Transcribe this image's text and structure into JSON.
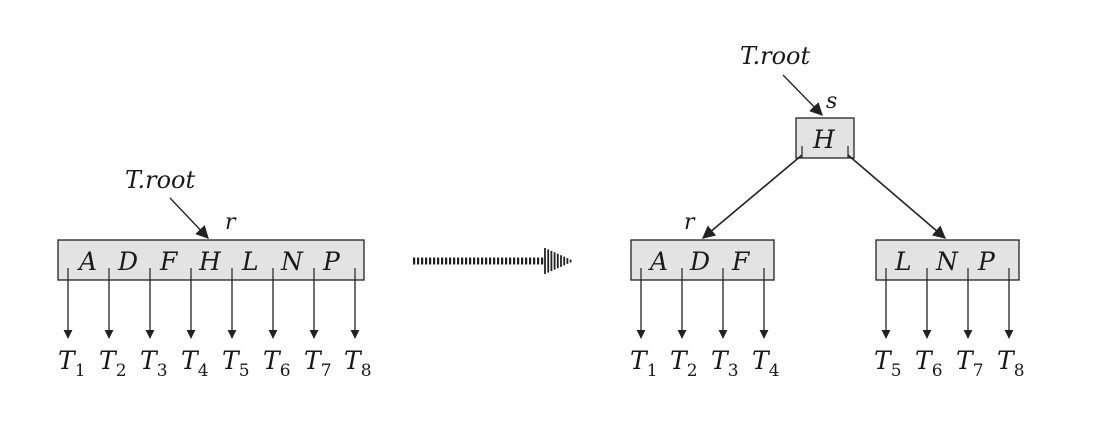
{
  "before": {
    "root_label": "T.root",
    "node_name": "r",
    "keys": [
      "A",
      "D",
      "F",
      "H",
      "L",
      "N",
      "P"
    ],
    "children": [
      {
        "base": "T",
        "sub": "1"
      },
      {
        "base": "T",
        "sub": "2"
      },
      {
        "base": "T",
        "sub": "3"
      },
      {
        "base": "T",
        "sub": "4"
      },
      {
        "base": "T",
        "sub": "5"
      },
      {
        "base": "T",
        "sub": "6"
      },
      {
        "base": "T",
        "sub": "7"
      },
      {
        "base": "T",
        "sub": "8"
      }
    ]
  },
  "after": {
    "root_label": "T.root",
    "new_root_name": "s",
    "new_root_keys": [
      "H"
    ],
    "left_name": "r",
    "left_keys": [
      "A",
      "D",
      "F"
    ],
    "left_children": [
      {
        "base": "T",
        "sub": "1"
      },
      {
        "base": "T",
        "sub": "2"
      },
      {
        "base": "T",
        "sub": "3"
      },
      {
        "base": "T",
        "sub": "4"
      }
    ],
    "right_keys": [
      "L",
      "N",
      "P"
    ],
    "right_children": [
      {
        "base": "T",
        "sub": "5"
      },
      {
        "base": "T",
        "sub": "6"
      },
      {
        "base": "T",
        "sub": "7"
      },
      {
        "base": "T",
        "sub": "8"
      }
    ]
  },
  "colors": {
    "node_fill": "#e3e3e3",
    "ink": "#222222"
  }
}
